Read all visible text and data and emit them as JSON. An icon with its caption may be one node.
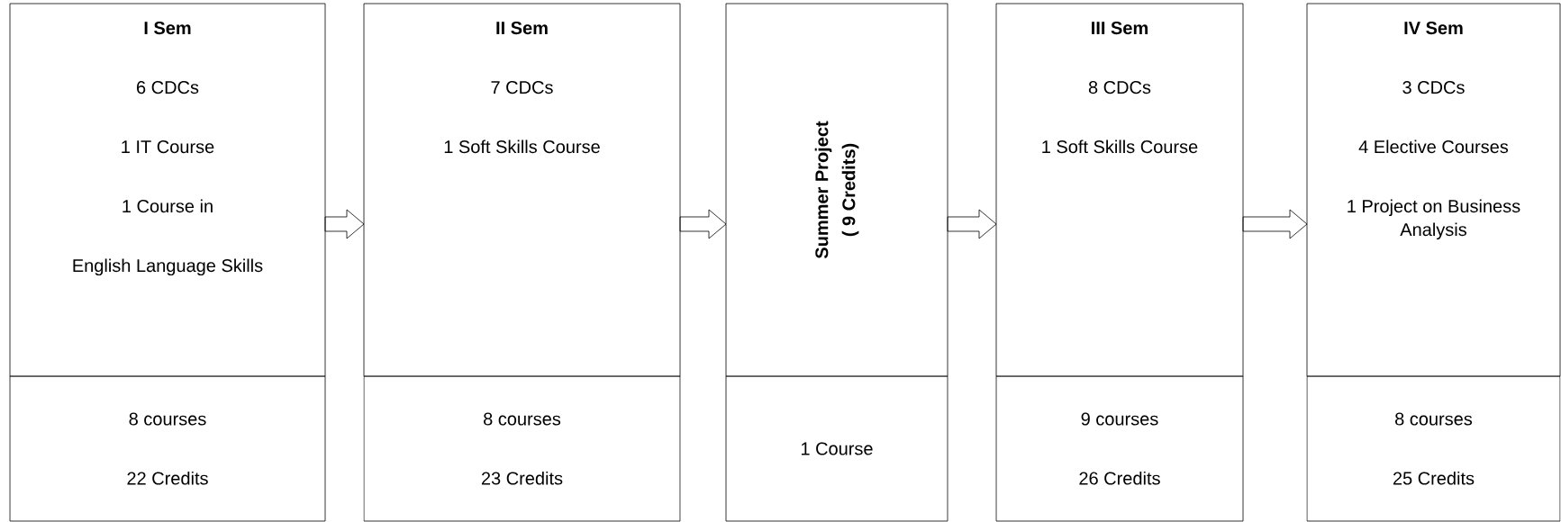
{
  "diagram": {
    "nodes": [
      {
        "text": [
          "I Sem",
          "6 CDCs",
          "1 IT Course",
          "1 Course in",
          "English Language Skills"
        ]
      },
      {
        "text": [
          "8 courses",
          "22 Credits"
        ]
      },
      {
        "text": [
          "II Sem",
          "7 CDCs",
          "1 Soft Skills Course"
        ]
      },
      {
        "text": [
          "8 courses",
          "23 Credits"
        ]
      },
      {
        "text": [
          "Summer Project",
          "( 9 Credits)"
        ]
      },
      {
        "text": [
          "1 Course"
        ]
      },
      {
        "text": [
          "III Sem",
          "8 CDCs",
          "1 Soft Skills Course"
        ]
      },
      {
        "text": [
          "9 courses",
          "26 Credits"
        ]
      },
      {
        "text": [
          "IV Sem",
          "3 CDCs",
          "4 Elective Courses",
          "1 Project on Business Analysis"
        ]
      },
      {
        "text": [
          "8 courses",
          "25 Credits"
        ]
      }
    ],
    "edges": [
      {
        "from": 0,
        "to": 2,
        "arrow": "to"
      },
      {
        "from": 2,
        "to": 4,
        "arrow": "to"
      },
      {
        "from": 4,
        "to": 6,
        "arrow": "to"
      },
      {
        "from": 6,
        "to": 8,
        "arrow": "to"
      }
    ]
  }
}
